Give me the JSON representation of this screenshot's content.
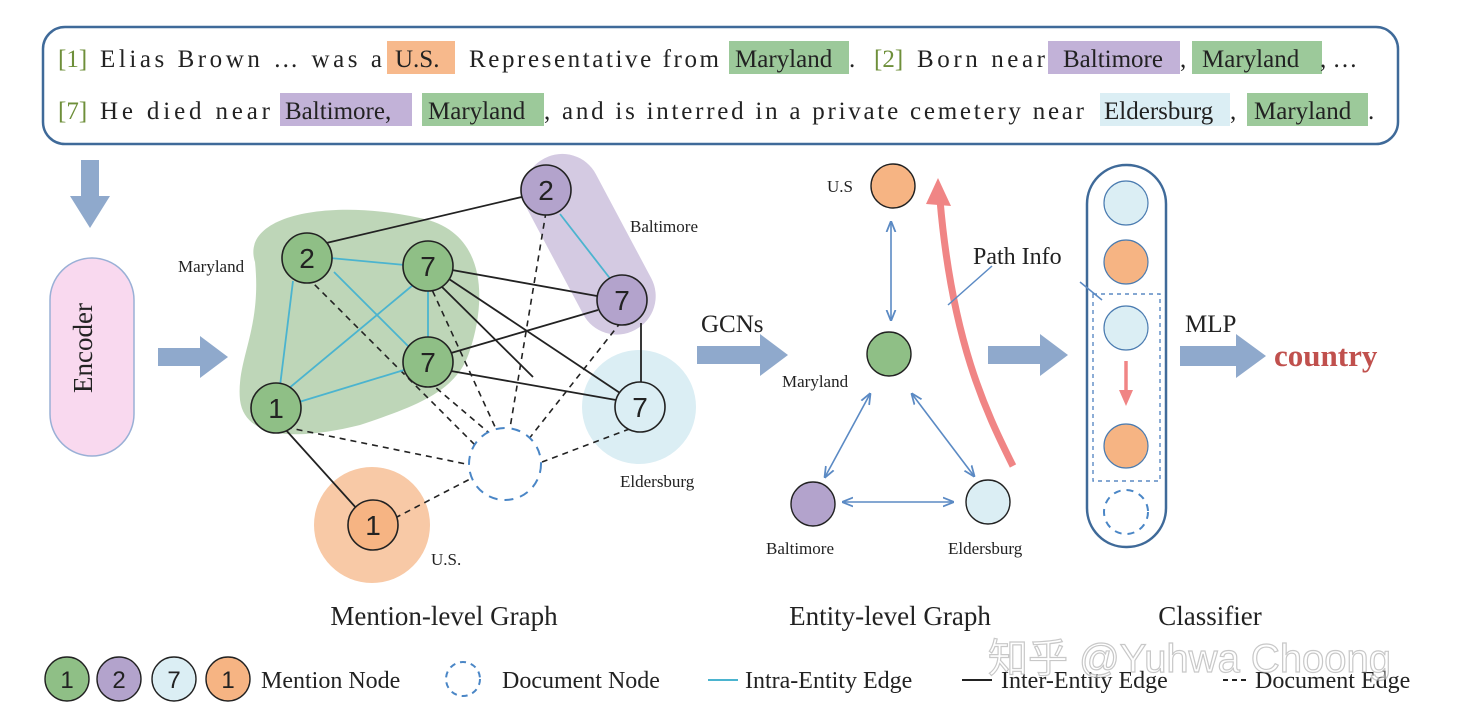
{
  "sentences": {
    "line1": {
      "idx1": "[1]",
      "t_elias": "Elias Brown … was a",
      "us": "U.S.",
      "t_rep": "Representative from",
      "maryland1": "Maryland",
      "dot1": ".",
      "idx2": "[2]",
      "t_born": "Born near",
      "baltimore1": "Baltimore",
      "comma1": ",",
      "maryland2": "Maryland",
      "t_ell": ", …"
    },
    "line2": {
      "idx7": "[7]",
      "t_died": "He died near",
      "baltimore2": "Baltimore,",
      "maryland3": "Maryland",
      "t_interred": ", and is interred in a private cemetery near",
      "eldersburg": "Eldersburg",
      "comma2": ",",
      "maryland4": "Maryland",
      "dot2": "."
    }
  },
  "encoder": {
    "label": "Encoder"
  },
  "mention_graph": {
    "title": "Mention-level Graph",
    "labels": {
      "maryland": "Maryland",
      "baltimore": "Baltimore",
      "eldersburg": "Eldersburg",
      "us": "U.S."
    },
    "nodes": {
      "m2": "2",
      "m7a": "7",
      "m7b": "7",
      "m1": "1",
      "b2": "2",
      "b7": "7",
      "e7": "7",
      "u1": "1"
    }
  },
  "gcns": {
    "label": "GCNs"
  },
  "entity_graph": {
    "title": "Entity-level Graph",
    "labels": {
      "us": "U.S",
      "maryland": "Maryland",
      "baltimore": "Baltimore",
      "eldersburg": "Eldersburg"
    },
    "path_info": "Path Info"
  },
  "classifier": {
    "title": "Classifier",
    "mlp": "MLP",
    "output": "country"
  },
  "legend": {
    "nodes": [
      "1",
      "2",
      "7",
      "1"
    ],
    "mention_node": "Mention Node",
    "document_node": "Document Node",
    "intra_edge": "Intra-Entity Edge",
    "inter_edge": "Inter-Entity Edge",
    "doc_edge": "Document Edge"
  },
  "watermark": "知乎 @Yuhwa Choong",
  "colors": {
    "green_node": "#8fbf86",
    "purple_node": "#b3a3cc",
    "blue_node": "#dbeef4",
    "orange_node": "#f6b483",
    "arrow_blue": "#8fa9cc",
    "path_red": "#f08585",
    "country_red": "#c0504d",
    "intra_edge": "#4bb4cf"
  }
}
